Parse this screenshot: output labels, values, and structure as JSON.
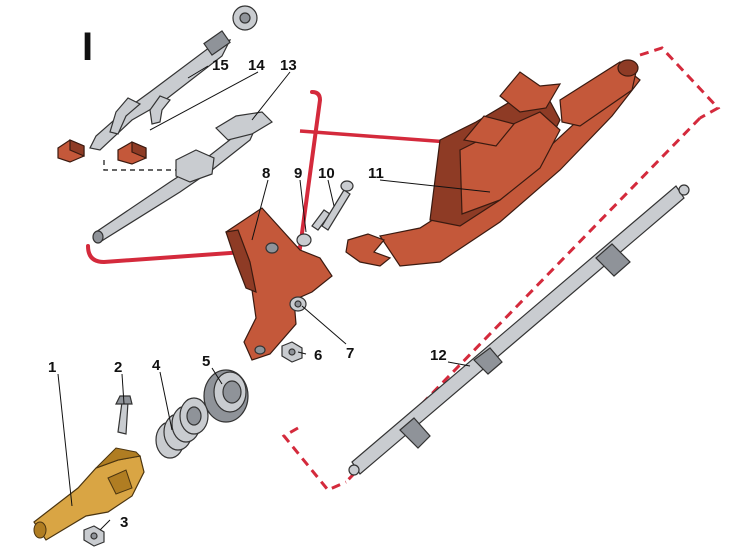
{
  "figure": {
    "detail_mark": "I",
    "labels": [
      "1",
      "2",
      "3",
      "4",
      "5",
      "6",
      "7",
      "8",
      "9",
      "10",
      "11",
      "12",
      "13",
      "14",
      "15"
    ]
  },
  "colors": {
    "callout_red": "#d42a3c",
    "housing_rust": "#c4583a",
    "yoke_brass": "#d9a544",
    "shaft_steel": "#c9ccd0"
  }
}
